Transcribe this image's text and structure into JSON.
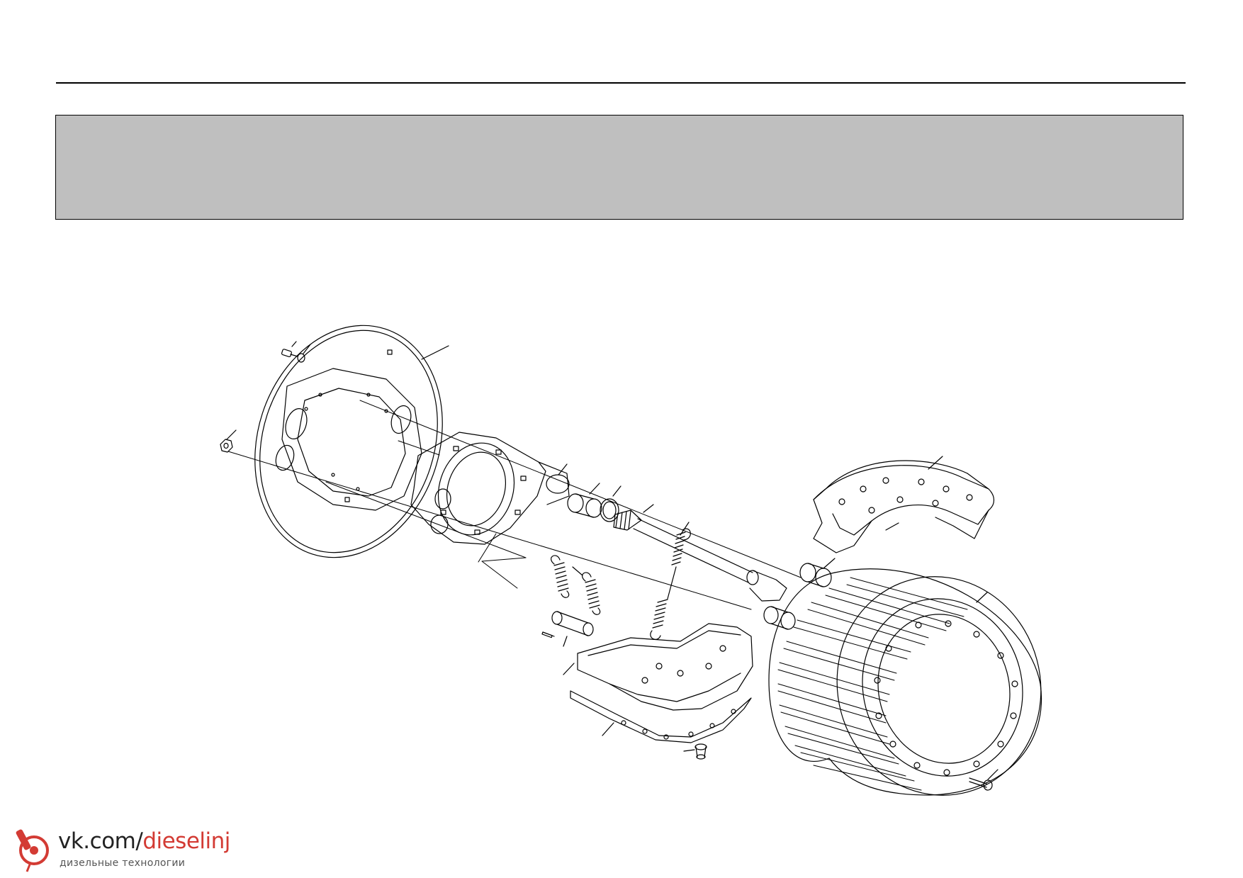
{
  "header": {
    "title": "",
    "band_color": "#bfbfbf"
  },
  "diagram": {
    "subject": "brake-assembly-exploded-view",
    "parts": [
      "bolt-icon",
      "washer-icon",
      "nut-icon",
      "dust-shield-icon",
      "brake-spider-icon",
      "bushing-icon",
      "seal-ring-icon",
      "camshaft-icon",
      "return-spring-icon",
      "retaining-spring-icon",
      "anchor-pin-icon",
      "roller-icon",
      "brake-shoe-icon",
      "brake-lining-icon",
      "brake-drum-icon",
      "rivet-icon"
    ]
  },
  "watermark": {
    "url_prefix": "vk.com/",
    "url_accent": "dieselinj",
    "subtitle": "дизельные технологии",
    "accent_color": "#d33b34"
  }
}
